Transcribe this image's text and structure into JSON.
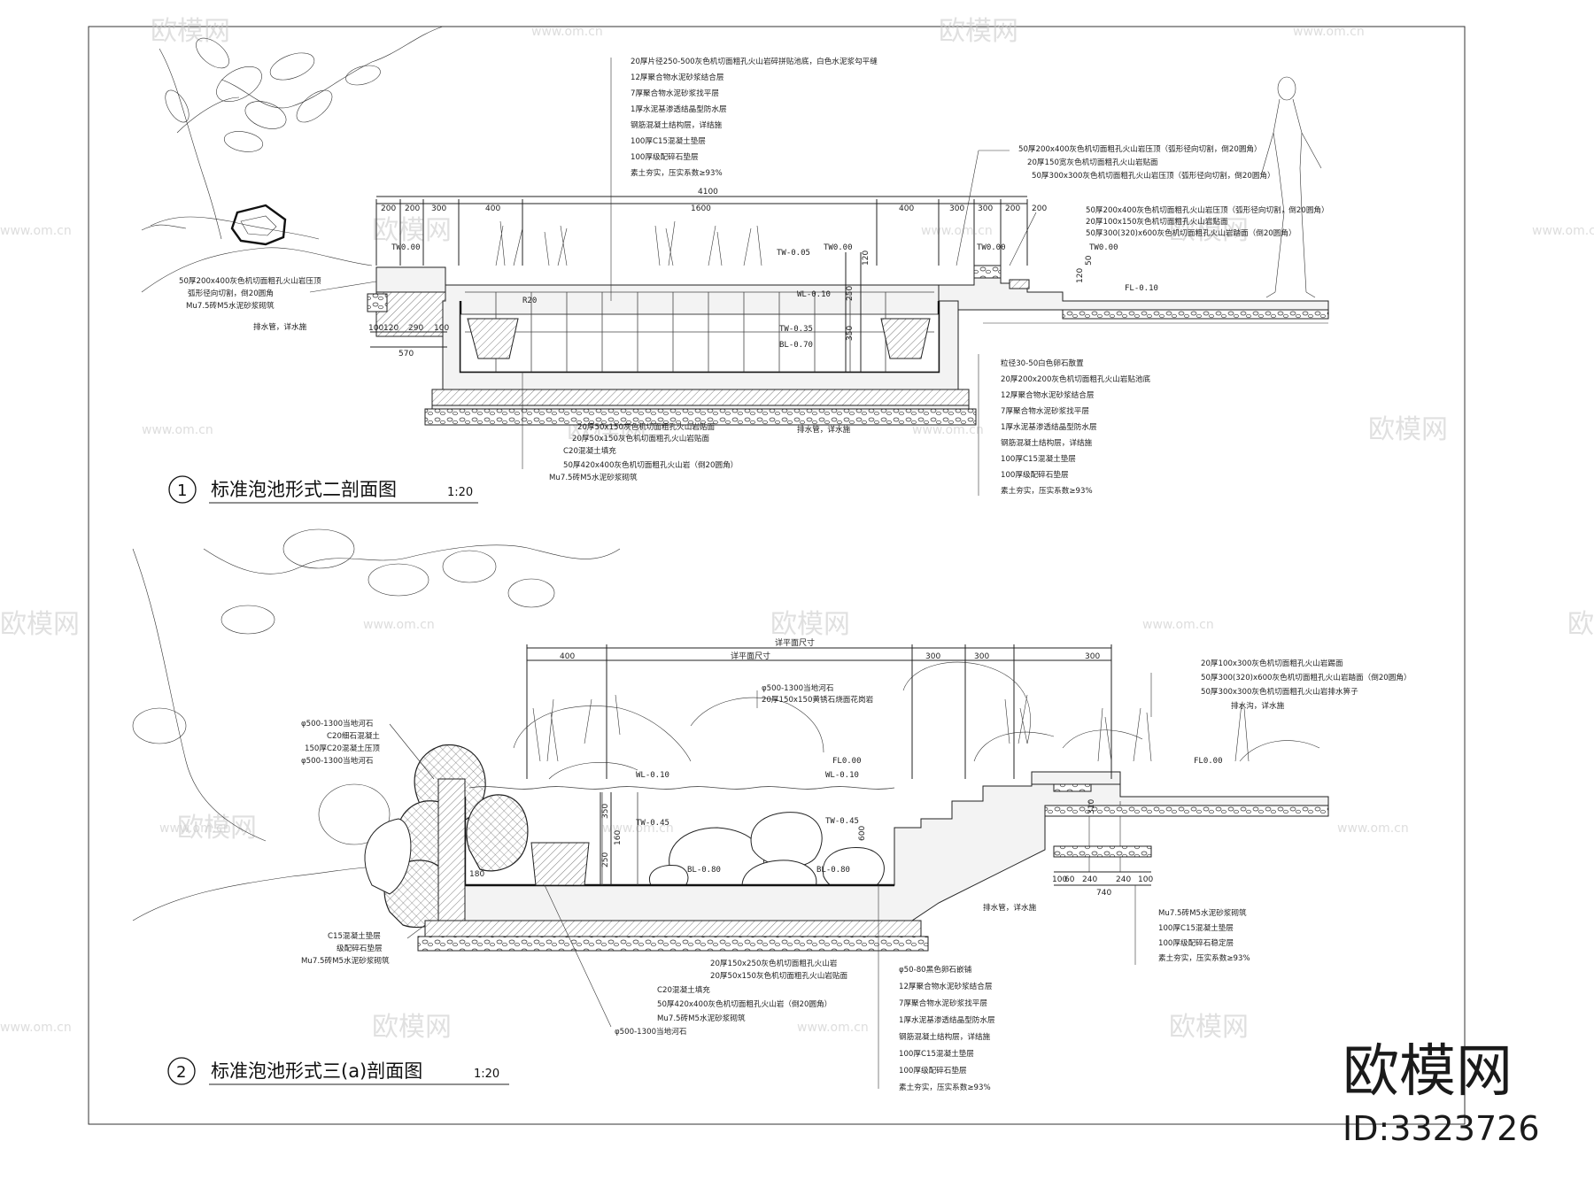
{
  "watermark": {
    "brand_cn": "欧模网",
    "url": "www.om.cn"
  },
  "brand": {
    "logo_text": "欧模网",
    "id_text": "ID:3323726"
  },
  "section1": {
    "number": "1",
    "title": "标准泡池形式二剖面图",
    "scale": "1:20",
    "dims_top": [
      "200",
      "200",
      "300",
      "400",
      "1600",
      "400",
      "300",
      "300",
      "200",
      "200"
    ],
    "dim_total": "4100",
    "dims_left": [
      "100",
      "120",
      "290",
      "100"
    ],
    "dim_left_total": "570",
    "dims_vertical": [
      "250",
      "350",
      "120",
      "50"
    ],
    "elevations": {
      "tw_left": "TW0.00",
      "tw_mid1": "TW-0.05",
      "tw_mid2": "TW0.00",
      "tw_right": "TW0.00",
      "tw_far": "TW0.00",
      "wl": "WL-0.10",
      "tw_low": "TW-0.35",
      "bl": "BL-0.70",
      "fl": "FL-0.10"
    },
    "angle": "R20",
    "notes_top": [
      "20厚片径250-500灰色机切面粗孔火山岩碎拼贴池底，白色水泥浆勾平缝",
      "12厚聚合物水泥砂浆结合层",
      "7厚聚合物水泥砂浆找平层",
      "1厚水泥基渗透结晶型防水层",
      "钢筋混凝土结构层，详结施",
      "100厚C15混凝土垫层",
      "100厚级配碎石垫层",
      "素土夯实，压实系数≥93%"
    ],
    "notes_right_top": [
      "50厚200x400灰色机切面粗孔火山岩压顶（弧形径向切割，倒20圆角）",
      "20厚150宽灰色机切面粗孔火山岩贴面",
      "50厚300x300灰色机切面粗孔火山岩压顶（弧形径向切割，倒20圆角）"
    ],
    "notes_right_mid": [
      "50厚200x400灰色机切面粗孔火山岩压顶（弧形径向切割，倒20圆角）",
      "20厚100x150灰色机切面粗孔火山岩贴面",
      "50厚300(320)x600灰色机切面粗孔火山岩踏面（倒20圆角）"
    ],
    "notes_left": [
      "50厚200x400灰色机切面粗孔火山岩压顶",
      "弧形径向切割，倒20圆角",
      "Mu7.5砖M5水泥砂浆砌筑",
      "排水管，详水施"
    ],
    "notes_bottom_left": [
      "20厚50x150灰色机切面粗孔火山岩贴面",
      "20厚50x150灰色机切面粗孔火山岩贴面",
      "C20混凝土填充",
      "50厚420x400灰色机切面粗孔火山岩（倒20圆角）",
      "Mu7.5砖M5水泥砂浆砌筑"
    ],
    "note_drain": "排水管，详水施",
    "notes_bottom_right": [
      "粒径30-50白色卵石散置",
      "20厚200x200灰色机切面粗孔火山岩贴池底",
      "12厚聚合物水泥砂浆结合层",
      "7厚聚合物水泥砂浆找平层",
      "1厚水泥基渗透结晶型防水层",
      "钢筋混凝土结构层，详结施",
      "100厚C15混凝土垫层",
      "100厚级配碎石垫层",
      "素土夯实，压实系数≥93%"
    ]
  },
  "section2": {
    "number": "2",
    "title": "标准泡池形式三(a)剖面图",
    "scale": "1:20",
    "dim_overall": "详平面尺寸",
    "dims_top": [
      "400",
      "详平面尺寸",
      "300",
      "300",
      "300"
    ],
    "dims_vertical": [
      "350",
      "160",
      "250",
      "180",
      "600",
      "310"
    ],
    "dims_bottom": [
      "100",
      "60",
      "240",
      "240",
      "100"
    ],
    "dim_bottom_total": "740",
    "elevations": {
      "wl": "WL-0.10",
      "tw": "TW-0.45",
      "bl1": "BL-0.80",
      "bl2": "BL-0.80",
      "fl1": "FL0.00",
      "fl2": "FL0.00",
      "wl2": "WL-0.10",
      "tw2": "TW-0.45"
    },
    "notes_center_top": [
      "φ500-1300当地河石",
      "20厚150x150黄锈石烧面花岗岩"
    ],
    "notes_left": [
      "φ500-1300当地河石",
      "C20细石混凝土",
      "150厚C20混凝土压顶",
      "φ500-1300当地河石"
    ],
    "notes_left_bottom": [
      "C15混凝土垫层",
      "级配碎石垫层",
      "Mu7.5砖M5水泥砂浆砌筑"
    ],
    "notes_right_top": [
      "20厚100x300灰色机切面粗孔火山岩踢面",
      "50厚300(320)x600灰色机切面粗孔火山岩踏面（倒20圆角）",
      "50厚300x300灰色机切面粗孔火山岩排水箅子",
      "排水沟，详水施"
    ],
    "note_drain": "排水管，详水施",
    "notes_right_bottom": [
      "Mu7.5砖M5水泥砂浆砌筑",
      "100厚C15混凝土垫层",
      "100厚级配碎石稳定层",
      "素土夯实，压实系数≥93%"
    ],
    "notes_mid": [
      "20厚150x250灰色机切面粗孔火山岩",
      "20厚50x150灰色机切面粗孔火山岩贴面",
      "C20混凝土填充",
      "50厚420x400灰色机切面粗孔火山岩（倒20圆角）",
      "Mu7.5砖M5水泥砂浆砌筑",
      "φ500-1300当地河石"
    ],
    "notes_bottom_center": [
      "φ50-80黑色卵石嵌铺",
      "12厚聚合物水泥砂浆结合层",
      "7厚聚合物水泥砂浆找平层",
      "1厚水泥基渗透结晶型防水层",
      "钢筋混凝土结构层，详结施",
      "100厚C15混凝土垫层",
      "100厚级配碎石垫层",
      "素土夯实，压实系数≥93%"
    ]
  }
}
